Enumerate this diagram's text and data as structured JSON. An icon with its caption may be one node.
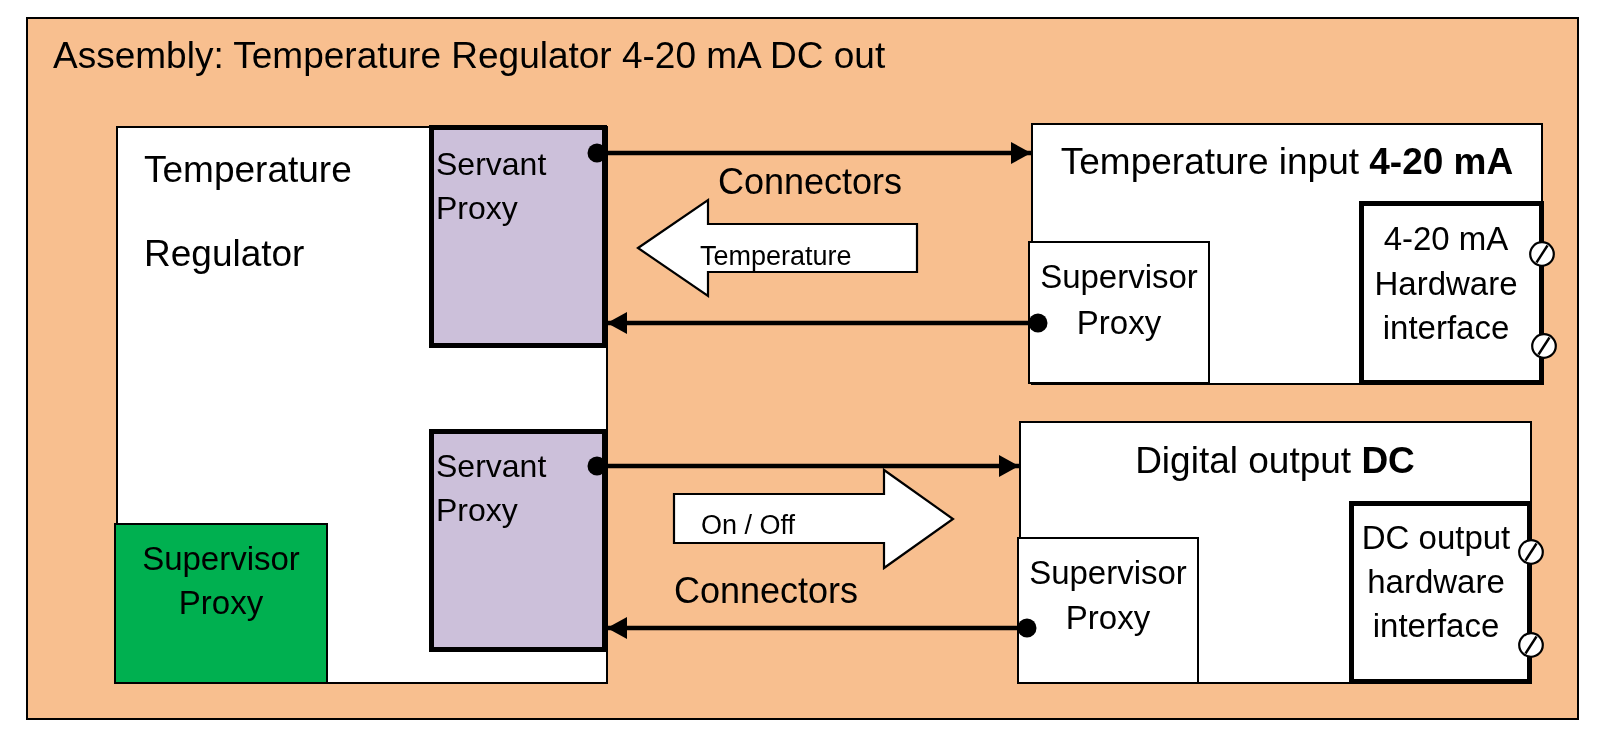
{
  "diagram": {
    "nodes": [
      {
        "text": [
          "Assembly: Temperature Regulator 4-20 mA DC out"
        ]
      },
      {
        "text": [
          "Temperature Regulator"
        ],
        "in": 0
      },
      {
        "text": [
          "Servant Proxy"
        ],
        "in": 1
      },
      {
        "text": [
          "Servant Proxy"
        ],
        "in": 1
      },
      {
        "text": [
          "Supervisor Proxy"
        ],
        "in": 1
      },
      {
        "text": [
          "Temperature"
        ],
        "in": 0
      },
      {
        "text": [
          "On / Off"
        ],
        "in": 0
      },
      {
        "text": [
          "Temperature input **4-20 mA**"
        ],
        "in": 0
      },
      {
        "text": [
          "Supervisor Proxy"
        ],
        "in": 7
      },
      {
        "text": [
          "4-20 mA Hardware interface"
        ],
        "in": 7
      },
      {
        "text": [
          "Digital output **DC**"
        ],
        "in": 0
      },
      {
        "text": [
          "Supervisor Proxy"
        ],
        "in": 10
      },
      {
        "text": [
          "DC output hardware interface"
        ],
        "in": 10
      }
    ],
    "edges": [
      {
        "from": 2,
        "to": 7,
        "arrow": "to"
      },
      {
        "from": 8,
        "to": 2,
        "arrow": "to"
      },
      {
        "from": 3,
        "to": 10,
        "arrow": "to"
      },
      {
        "from": 11,
        "to": 3,
        "arrow": "to"
      }
    ],
    "labels": [
      "Connectors",
      "Connectors"
    ]
  }
}
